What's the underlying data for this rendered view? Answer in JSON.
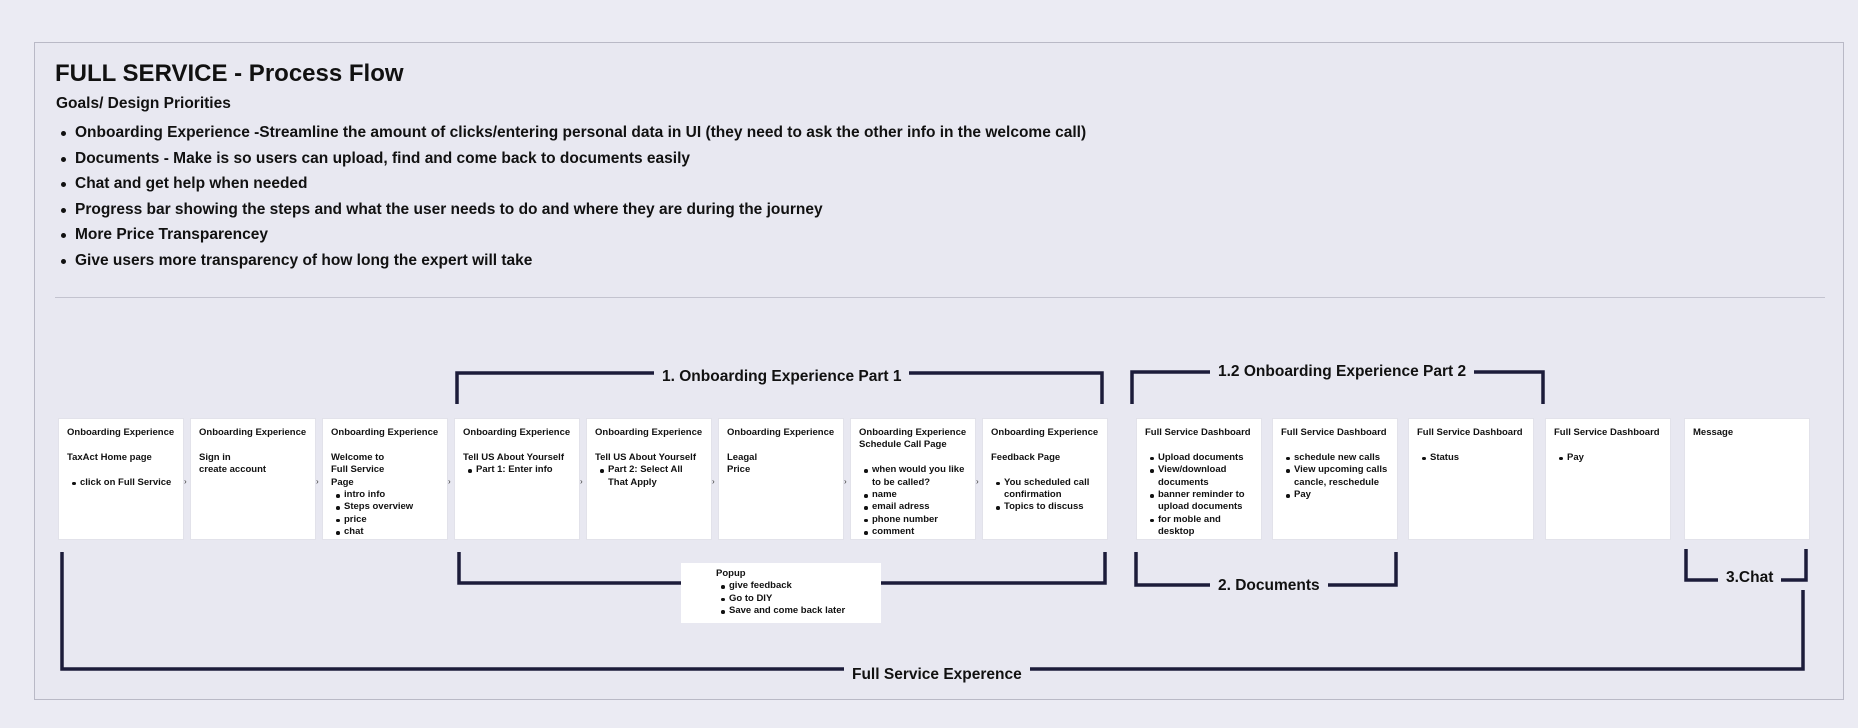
{
  "title": "FULL SERVICE -  Process Flow",
  "subtitle": "Goals/ Design Priorities",
  "goals": [
    "Onboarding Experience -Streamline the amount of clicks/entering personal data in UI (they need to ask the other info in the welcome call)",
    "Documents - Make is so users can upload,  find  and come back to documents easily",
    "Chat and get help when needed",
    "Progress bar showing the steps and what the user needs to do and where they are during the journey",
    "More Price Transparencey",
    "Give users more transparency of how long the expert will take"
  ],
  "cards": [
    {
      "head": "Onboarding Experience",
      "body": "TaxAct Home page",
      "items": [
        "click on Full Service"
      ]
    },
    {
      "head": "Onboarding Experience",
      "body": "Sign in\ncreate account",
      "items": []
    },
    {
      "head": "Onboarding Experience",
      "body": "Welcome to\nFull Service\nPage",
      "items": [
        "intro info",
        "Steps overview",
        "price",
        "chat"
      ]
    },
    {
      "head": "Onboarding Experience",
      "body": "Tell US About Yourself",
      "items": [
        "Part 1: Enter info"
      ]
    },
    {
      "head": "Onboarding Experience",
      "body": "Tell US About Yourself",
      "items": [
        "Part 2: Select All That Apply"
      ]
    },
    {
      "head": "Onboarding Experience",
      "body": "Leagal\nPrice",
      "items": []
    },
    {
      "head": "Onboarding Experience\nSchedule Call Page",
      "body": "",
      "items": [
        "when would you like to be called?",
        "name",
        "email adress",
        "phone number",
        "comment"
      ]
    },
    {
      "head": "Onboarding Experience",
      "body": "Feedback Page",
      "items": [
        "You scheduled call confirmation",
        "Topics to discuss"
      ]
    },
    {
      "head": "Full Service Dashboard",
      "body": "",
      "items": [
        "Upload documents",
        "View/download documents",
        "banner reminder to upload documents",
        "for moble and desktop"
      ]
    },
    {
      "head": "Full Service Dashboard",
      "body": "",
      "items": [
        "schedule new calls",
        "View upcoming calls cancle, reschedule",
        "Pay"
      ]
    },
    {
      "head": "Full Service Dashboard",
      "body": "",
      "items": [
        "Status"
      ]
    },
    {
      "head": "Full Service Dashboard",
      "body": "",
      "items": [
        "Pay"
      ]
    },
    {
      "head": "Message",
      "body": "",
      "items": []
    }
  ],
  "popup": {
    "title": "Popup",
    "items": [
      "give feedback",
      "Go to DIY",
      "Save and come back later"
    ]
  },
  "brackets": {
    "onboarding1": "1. Onboarding Experience Part 1",
    "onboarding2": "1.2 Onboarding Experience Part 2",
    "documents": "2. Documents",
    "chat": "3.Chat",
    "full_service": "Full Service Experence"
  },
  "arrow_glyph": "›",
  "colors": {
    "background": "#ebebf3",
    "card": "#ffffff",
    "bracket": "#1c1c3a",
    "text": "#111111"
  }
}
